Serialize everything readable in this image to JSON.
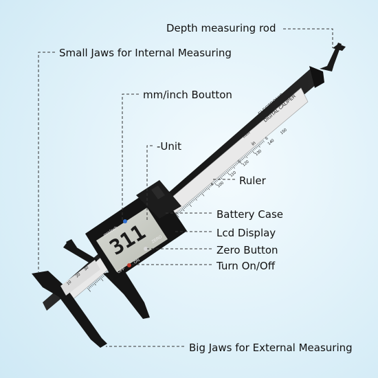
{
  "callouts": {
    "depth_rod": "Depth measuring rod",
    "small_jaws": "Small Jaws for Internal Measuring",
    "mm_inch_button": "mm/inch Boutton",
    "unit": "-Unit",
    "ruler": "Ruler",
    "battery_case": "Battery Case",
    "lcd_display": "Lcd Display",
    "zero_button": "Zero Button",
    "turn_on_off": "Turn On/Off",
    "big_jaws": "Big Jaws for External Measuring"
  },
  "device": {
    "brand_line1": "ELECTRONIC",
    "brand_line2": "DIGITAL CALIPER",
    "lcd_reading": "311",
    "mm_inch_label": "mm/inch",
    "zero_label": "ZERO",
    "off_label": "OFF",
    "on_label": "ON",
    "unit_mm": "mm",
    "unit_in": "in",
    "scale_upper": [
      "150",
      "140",
      "130",
      "120",
      "110",
      "100"
    ],
    "scale_lower": [
      "6",
      "5",
      "4"
    ],
    "jaw_scale": [
      "30",
      "20",
      "10"
    ]
  },
  "colors": {
    "body": "#1c1c1c",
    "ruler_face": "#e9e9e9",
    "lcd_bg": "#c9ccc4",
    "leader": "#333333"
  }
}
